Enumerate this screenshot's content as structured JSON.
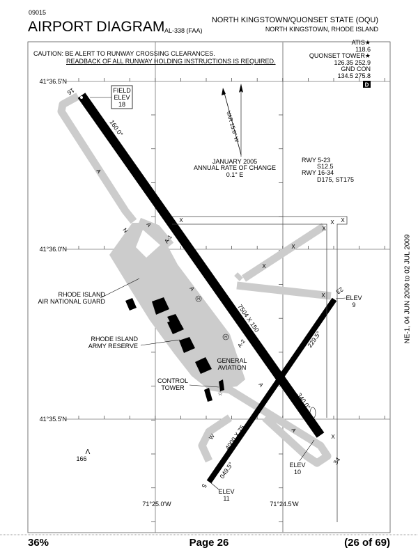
{
  "header": {
    "chart_id": "09015",
    "title": "AIRPORT DIAGRAM",
    "procedure_id": "AL-338 (FAA)",
    "airport_name": "NORTH KINGSTOWN/QUONSET STATE (OQU)",
    "location": "NORTH KINGSTOWN, RHODE ISLAND"
  },
  "caution": {
    "line1": "CAUTION: BE ALERT TO RUNWAY CROSSING CLEARANCES.",
    "line2": "READBACK OF ALL RUNWAY HOLDING INSTRUCTIONS IS REQUIRED."
  },
  "frequencies": {
    "atis_label": "ATIS★",
    "atis": "118.6",
    "tower_label": "QUONSET TOWER★",
    "tower": "126.35  252.9",
    "gnd_label": "GND CON",
    "gnd": "134.5  275.8",
    "d_symbol": "D"
  },
  "grid": {
    "lat_labels": [
      "41°36.5'N",
      "41°36.0'N",
      "41°35.5'N"
    ],
    "lon_labels": [
      "71°25.0'W",
      "71°24.5'W"
    ]
  },
  "diagram": {
    "field_elev": [
      "FIELD",
      "ELEV",
      "18"
    ],
    "variation": "VAR 15.0° W",
    "annual_change": [
      "JANUARY 2005",
      "ANNUAL RATE OF CHANGE",
      "0.1° E"
    ],
    "runway_strength": [
      "RWY 5-23",
      "S12.5",
      "RWY 16-34",
      "D175, ST175"
    ],
    "rwy16_label": "16",
    "rwy34_label": "34",
    "rwy5_label": "5",
    "rwy23_label": "23",
    "hdg_160": "160.0°",
    "hdg_340": "340.0°",
    "hdg_229": "229.5°",
    "hdg_049": "049.5°",
    "rwy16_dims": "7504 X 150",
    "rwy5_dims": "4000 X 75",
    "elev_23": [
      "ELEV",
      "9"
    ],
    "elev_34": [
      "ELEV",
      "10"
    ],
    "elev_5": [
      "ELEV",
      "11"
    ],
    "national_guard": [
      "RHODE ISLAND",
      "AIR NATIONAL GUARD"
    ],
    "army_reserve": [
      "RHODE ISLAND",
      "ARMY RESERVE"
    ],
    "general_aviation": [
      "GENERAL",
      "AVIATION"
    ],
    "control_tower": [
      "CONTROL",
      "TOWER"
    ],
    "obstacle_height": "166",
    "taxiway_labels": [
      "A",
      "A",
      "N",
      "A-1",
      "A",
      "A-2",
      "A",
      "A",
      "W"
    ],
    "helipad": "H",
    "hold_mark": "X"
  },
  "side_note": "NE-1, 04 JUN 2009 to 02 JUL 2009",
  "footer": {
    "zoom": "36%",
    "page": "Page 26",
    "page_of": "(26 of 69)"
  }
}
